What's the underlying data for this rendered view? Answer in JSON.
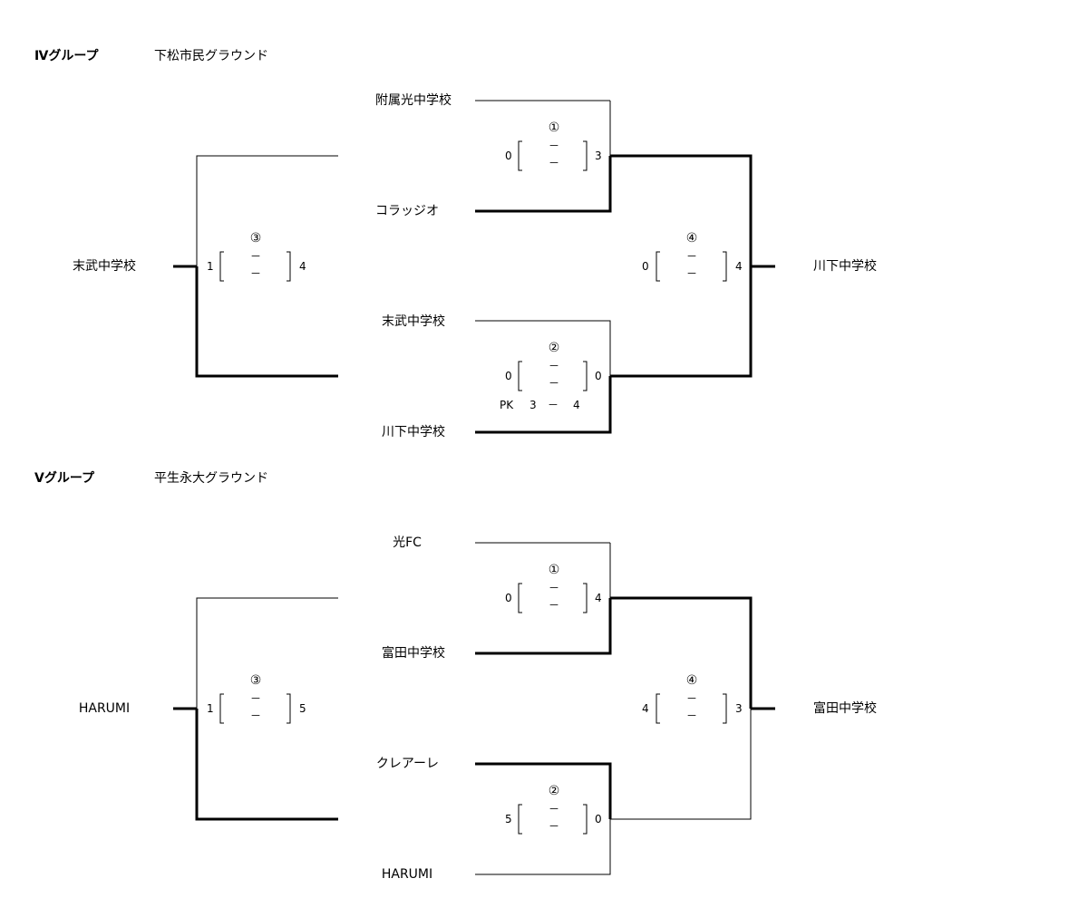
{
  "groups": [
    {
      "title": "Ⅳグループ",
      "venue": "下松市民グラウンド",
      "teams": {
        "r1_top": "附属光中学校",
        "r1_bottom": "コラッジオ",
        "r2_top": "末武中学校",
        "r2_bottom": "川下中学校",
        "left_result": "末武中学校",
        "right_result": "川下中学校"
      },
      "matches": {
        "m1": {
          "number": "①",
          "left": "0",
          "right": "3",
          "dash": "－"
        },
        "m2": {
          "number": "②",
          "left": "0",
          "right": "0",
          "dash": "－",
          "pk_label": "PK",
          "pk_left": "3",
          "pk_sep": "－",
          "pk_right": "4"
        },
        "m3": {
          "number": "③",
          "left": "1",
          "right": "4",
          "dash": "－"
        },
        "m4": {
          "number": "④",
          "left": "0",
          "right": "4",
          "dash": "－"
        }
      }
    },
    {
      "title": "Ⅴグループ",
      "venue": "平生永大グラウンド",
      "teams": {
        "r1_top": "光FC",
        "r1_bottom": "富田中学校",
        "r2_top": "クレアーレ",
        "r2_bottom": "HARUMI",
        "left_result": "HARUMI",
        "right_result": "富田中学校"
      },
      "matches": {
        "m1": {
          "number": "①",
          "left": "0",
          "right": "4",
          "dash": "－"
        },
        "m2": {
          "number": "②",
          "left": "5",
          "right": "0",
          "dash": "－"
        },
        "m3": {
          "number": "③",
          "left": "1",
          "right": "5",
          "dash": "－"
        },
        "m4": {
          "number": "④",
          "left": "4",
          "right": "3",
          "dash": "－"
        }
      }
    }
  ]
}
